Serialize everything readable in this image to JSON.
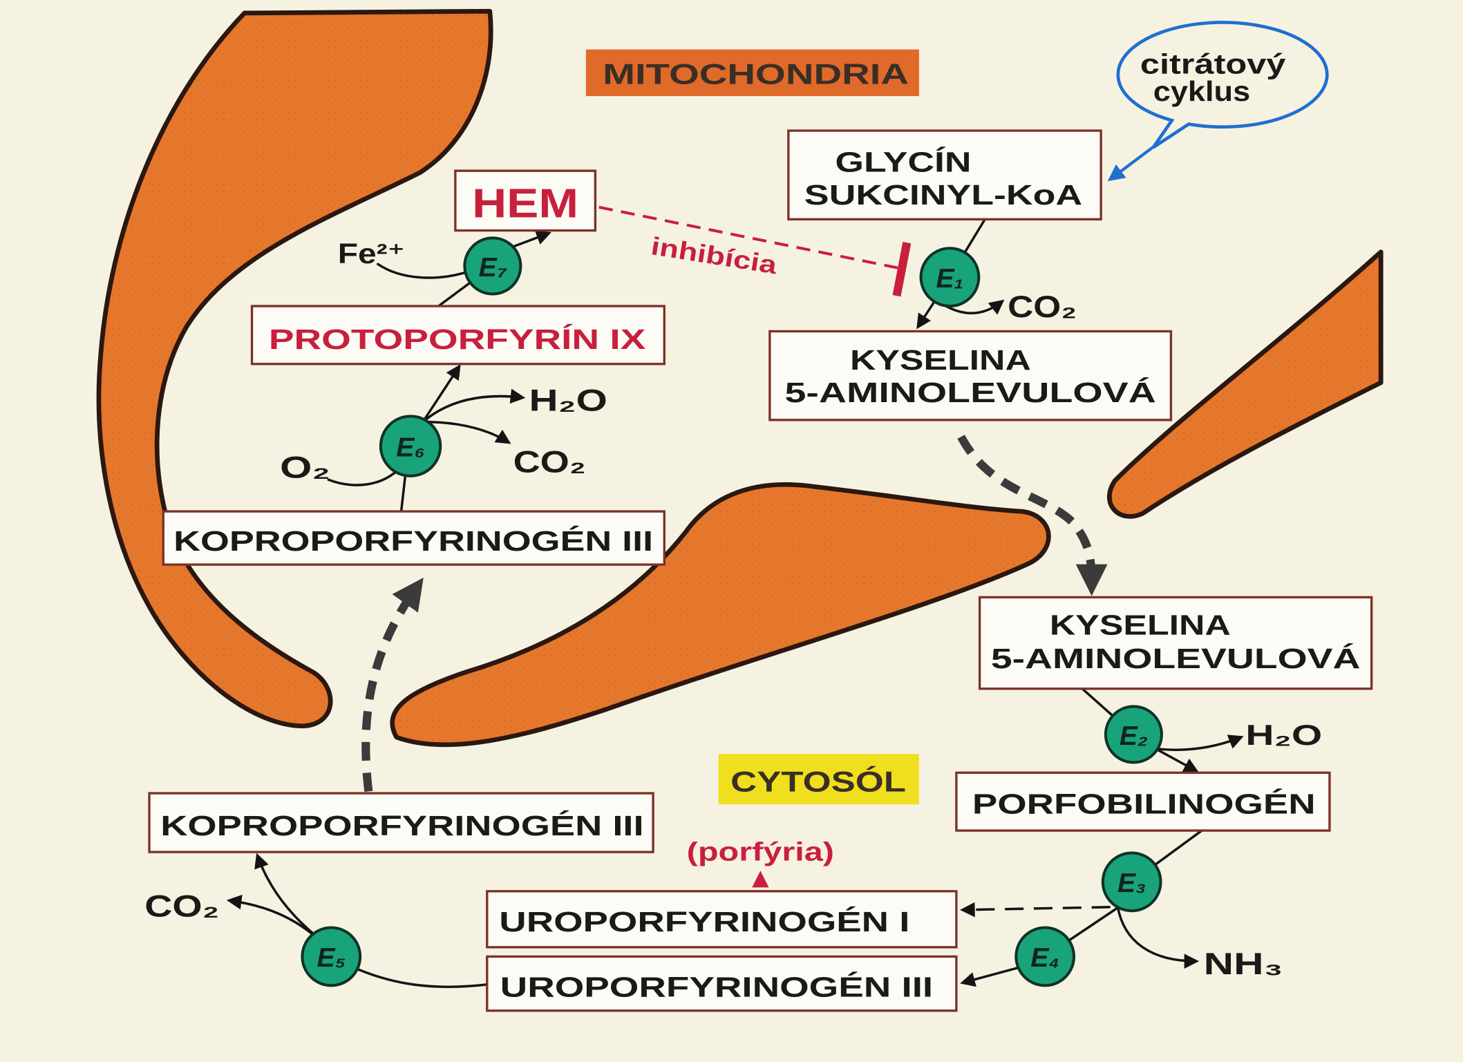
{
  "compartments": {
    "mitochondria": "MITOCHONDRIA",
    "cytosol": "CYTOSÓL"
  },
  "bubble": {
    "line1": "citrátový",
    "line2": "cyklus"
  },
  "boxes": {
    "glycine_line1": "GLYCÍN",
    "glycine_line2": "SUKCINYL-KoA",
    "ala_mito_line1": "KYSELINA",
    "ala_mito_line2": "5-AMINOLEVULOVÁ",
    "heme": "HEM",
    "protoporphyrin": "PROTOPORFYRÍN IX",
    "coproporphyrinogen_mito": "KOPROPORFYRINOGÉN III",
    "ala_cyto_line1": "KYSELINA",
    "ala_cyto_line2": "5-AMINOLEVULOVÁ",
    "porphobilinogen": "PORFOBILINOGÉN",
    "uroporphyrinogen_1": "UROPORFYRINOGÉN I",
    "uroporphyrinogen_3": "UROPORFYRINOGÉN III",
    "coproporphyrinogen_cyto": "KOPROPORFYRINOGÉN III"
  },
  "enzymes": {
    "e1": "E₁",
    "e2": "E₂",
    "e3": "E₃",
    "e4": "E₄",
    "e5": "E₅",
    "e6": "E₆",
    "e7": "E₇"
  },
  "molecules": {
    "co2_e1": "CO₂",
    "fe_e7": "Fe²⁺",
    "h2o_e6": "H₂O",
    "co2_e6": "CO₂",
    "o2_e6": "O₂",
    "h2o_e2": "H₂O",
    "nh3_e3": "NH₃",
    "co2_e5": "CO₂"
  },
  "annotations": {
    "inhibition": "inhibícia",
    "porphyria": "(porfýria)"
  },
  "colors": {
    "background": "#f6f2e2",
    "mitochondria_shape": "#e6782d",
    "mitochondria_label": "#e06a2a",
    "cytosol_label": "#efdf1f",
    "enzyme": "#19a37a",
    "box_border": "#7a3328",
    "red_text": "#c81f3c",
    "bubble": "#1f6fd1",
    "text": "#1c1a18"
  }
}
